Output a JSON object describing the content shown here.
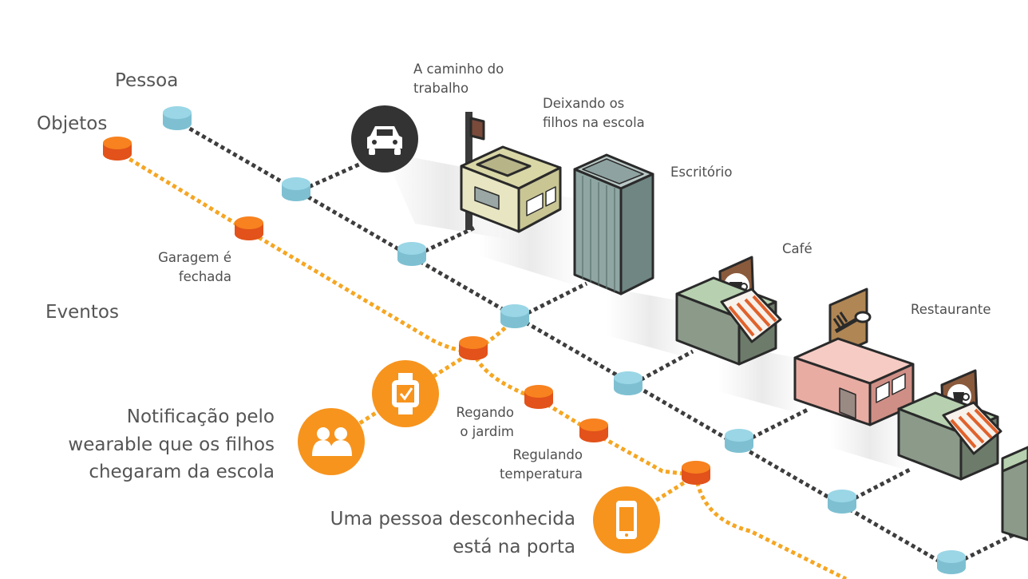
{
  "rows": {
    "pessoa": "Pessoa",
    "objetos": "Objetos",
    "eventos": "Eventos"
  },
  "places": {
    "commute_l1": "A caminho do",
    "commute_l2": "trabalho",
    "school_l1": "Deixando os",
    "school_l2": "filhos na escola",
    "office": "Escritório",
    "cafe": "Café",
    "restaurant": "Restaurante"
  },
  "objects": {
    "garage_l1": "Garagem é",
    "garage_l2": "fechada",
    "garden_l1": "Regando",
    "garden_l2": "o jardim",
    "temp_l1": "Regulando",
    "temp_l2": "temperatura"
  },
  "events": {
    "wearable_l1": "Notificação pelo",
    "wearable_l2": "wearable que os filhos",
    "wearable_l3": "chegaram da escola",
    "stranger_l1": "Uma pessoa desconhecida",
    "stranger_l2": "está na porta"
  },
  "colors": {
    "person_line": "#3d3d3d",
    "object_line": "#f5a623",
    "person_node": "#8ccfe0",
    "object_node": "#f26b1d",
    "event_circle": "#f7941d",
    "icon_dark": "#333333"
  },
  "icons": [
    "car-icon",
    "smartwatch-check-icon",
    "people-icon",
    "smartphone-icon",
    "coffee-cup-icon",
    "fork-spoon-icon"
  ]
}
